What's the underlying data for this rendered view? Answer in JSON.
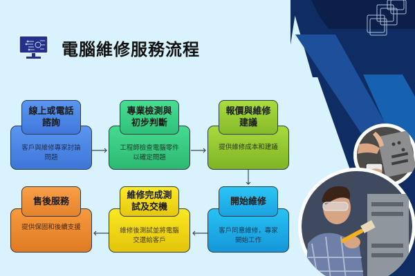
{
  "page": {
    "title": "電腦維修服務流程",
    "icon": "computer-monitor-circuit-icon"
  },
  "colors": {
    "background": "#d8f3fd",
    "navy_dark": "#0a1f4a",
    "navy": "#0f2d63",
    "blue_mid": "#1d4f9a",
    "blue_light": "#1661b0",
    "title_text": "#111111"
  },
  "steps": [
    {
      "index": 1,
      "title": "線上或電話諮詢",
      "title_lines": [
        "線上或電話",
        "諮詢"
      ],
      "description_lines": [
        "客戶與維修專家討論",
        "問題"
      ],
      "color_top": "#5b96f2",
      "color_bottom": "#3e76d6"
    },
    {
      "index": 2,
      "title": "專業檢測與初步判斷",
      "title_lines": [
        "專業檢測與",
        "初步判斷"
      ],
      "description_lines": [
        "工程師檢查電腦零件",
        "以確定問題"
      ],
      "color_top": "#45dc8f",
      "color_bottom": "#2db872"
    },
    {
      "index": 3,
      "title": "報價與維修建議",
      "title_lines": [
        "報價與維修",
        "建議"
      ],
      "description_lines": [
        "提供維修成本和建議"
      ],
      "color_top": "#a6db3c",
      "color_bottom": "#7fb426"
    },
    {
      "index": 4,
      "title": "開始維修",
      "title_lines": [
        "開始維修"
      ],
      "description_lines": [
        "客戶同意維修，專家",
        "開始工作"
      ],
      "color_top": "#27c3f4",
      "color_bottom": "#1596d8"
    },
    {
      "index": 5,
      "title": "維修完成測試及交機",
      "title_lines": [
        "維修完成測",
        "試及交機"
      ],
      "description_lines": [
        "維修後測試並將電腦",
        "交還給客戶"
      ],
      "color_top": "#fbe822",
      "color_bottom": "#e3c40a"
    },
    {
      "index": 6,
      "title": "售後服務",
      "title_lines": [
        "售後服務"
      ],
      "description_lines": [
        "提供保固和後續支援"
      ],
      "color_top": "#f79a3e",
      "color_bottom": "#e07a24"
    }
  ],
  "photos": [
    {
      "name": "hands-repairing-computer-photo",
      "alt": "Hands working on computer parts with a smartphone"
    },
    {
      "name": "technician-cleaning-pc-photo",
      "alt": "Technician with safety goggles cleaning a PC tower with a brush"
    }
  ]
}
